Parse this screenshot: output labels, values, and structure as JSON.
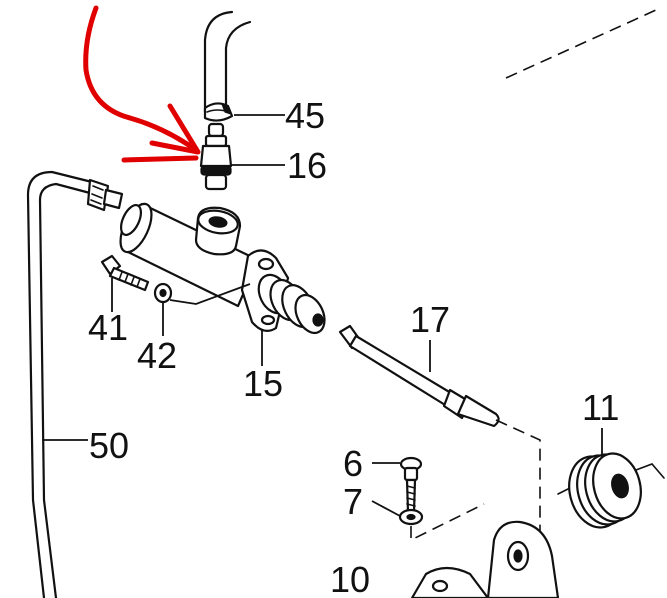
{
  "diagram": {
    "callouts": {
      "p45": "45",
      "p16": "16",
      "p41": "41",
      "p42": "42",
      "p15": "15",
      "p17": "17",
      "p11": "11",
      "p50": "50",
      "p6": "6",
      "p7": "7",
      "p10": "10"
    },
    "colors": {
      "ink": "#111111",
      "annotation_arrow": "#e00000",
      "background": "#ffffff"
    }
  }
}
